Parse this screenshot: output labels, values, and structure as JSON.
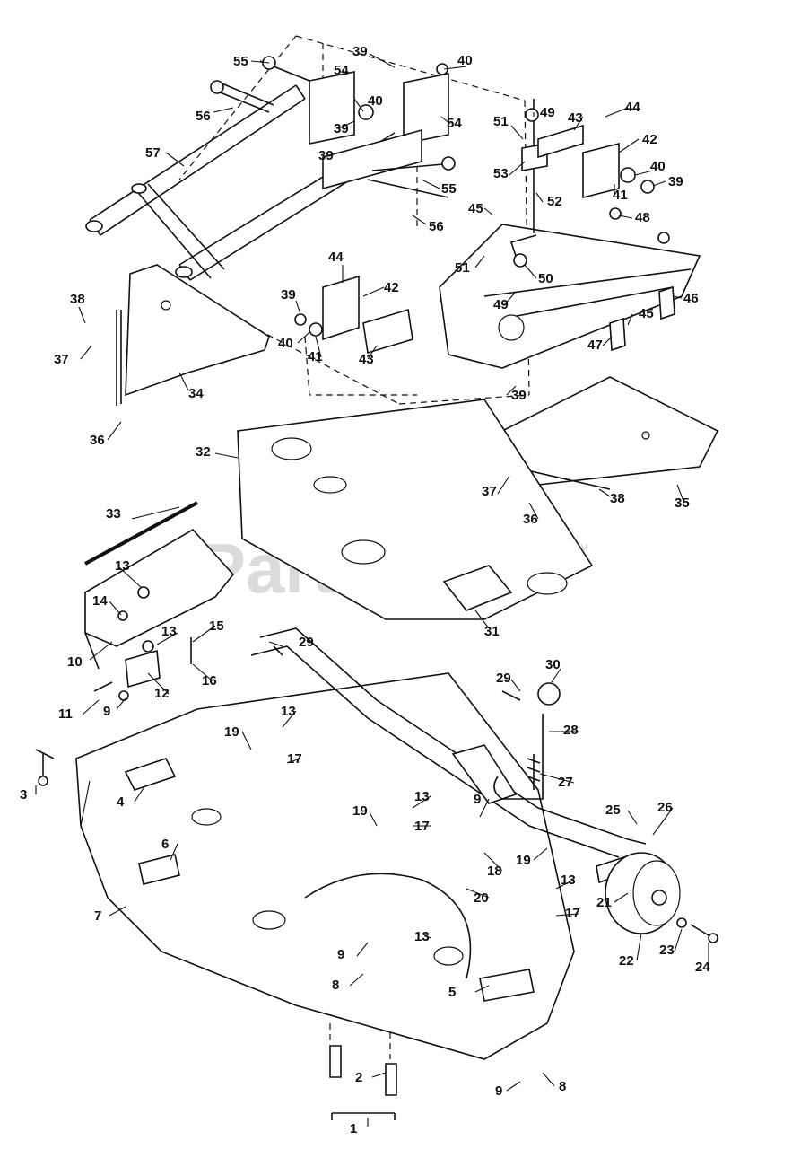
{
  "watermark": {
    "text": "PartsTree",
    "trademark": "TM"
  },
  "labels": {
    "l1": "1",
    "l2": "2",
    "l3": "3",
    "l4": "4",
    "l5": "5",
    "l6": "6",
    "l7": "7",
    "l8a": "8",
    "l8b": "8",
    "l9a": "9",
    "l9b": "9",
    "l9c": "9",
    "l9d": "9",
    "l10": "10",
    "l11": "11",
    "l12": "12",
    "l13a": "13",
    "l13b": "13",
    "l13c": "13",
    "l13d": "13",
    "l13e": "13",
    "l13f": "13",
    "l14": "14",
    "l15": "15",
    "l16": "16",
    "l17a": "17",
    "l17b": "17",
    "l17c": "17",
    "l18": "18",
    "l19a": "19",
    "l19b": "19",
    "l19c": "19",
    "l20": "20",
    "l21": "21",
    "l22": "22",
    "l23": "23",
    "l24": "24",
    "l25": "25",
    "l26": "26",
    "l27": "27",
    "l28": "28",
    "l29a": "29",
    "l29b": "29",
    "l30": "30",
    "l31": "31",
    "l32": "32",
    "l33": "33",
    "l34": "34",
    "l35": "35",
    "l36a": "36",
    "l36b": "36",
    "l37a": "37",
    "l37b": "37",
    "l38a": "38",
    "l38b": "38",
    "l39a": "39",
    "l39b": "39",
    "l39c": "39",
    "l39d": "39",
    "l39e": "39",
    "l39f": "39",
    "l40a": "40",
    "l40b": "40",
    "l40c": "40",
    "l40d": "40",
    "l41a": "41",
    "l41b": "41",
    "l42a": "42",
    "l42b": "42",
    "l43a": "43",
    "l43b": "43",
    "l44a": "44",
    "l44b": "44",
    "l45a": "45",
    "l45b": "45",
    "l46": "46",
    "l47": "47",
    "l48": "48",
    "l49a": "49",
    "l49b": "49",
    "l50": "50",
    "l51a": "51",
    "l51b": "51",
    "l52": "52",
    "l53": "53",
    "l54a": "54",
    "l54b": "54",
    "l55a": "55",
    "l55b": "55",
    "l56a": "56",
    "l56b": "56",
    "l57": "57"
  }
}
